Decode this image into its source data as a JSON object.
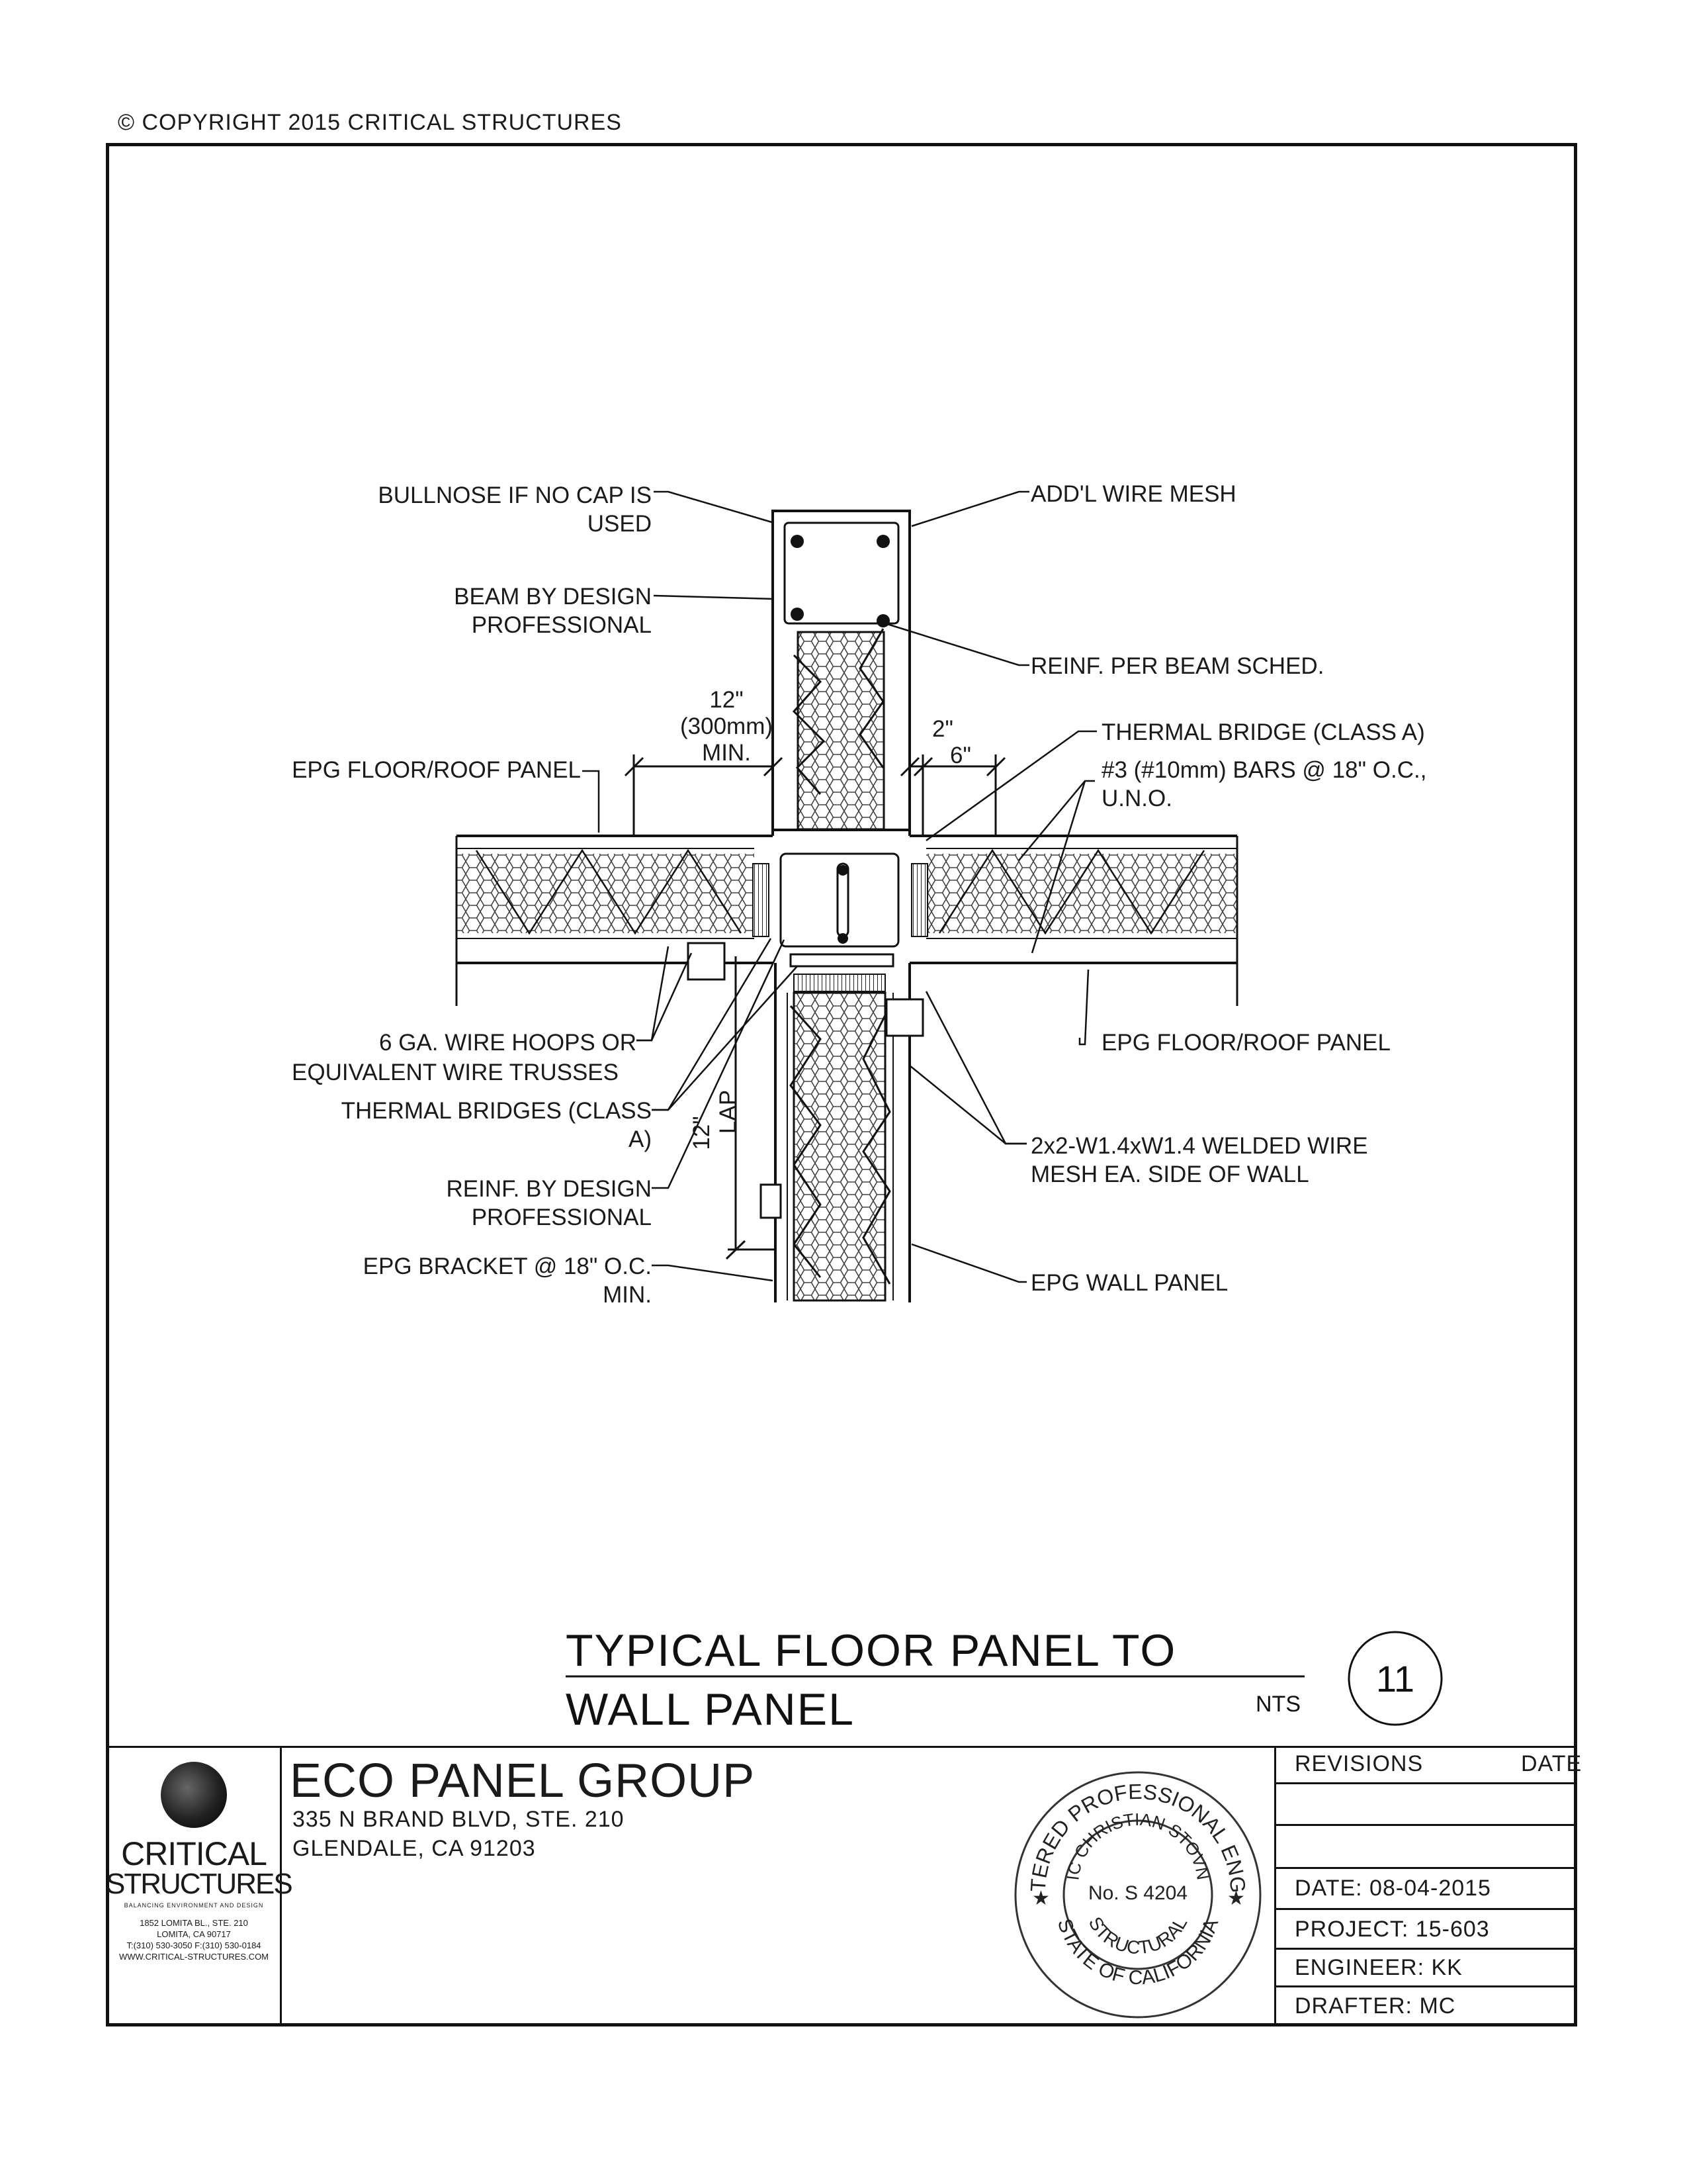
{
  "copyright": "© COPYRIGHT 2015 CRITICAL STRUCTURES",
  "labels": {
    "bullnose_1": "BULLNOSE IF NO CAP IS",
    "bullnose_2": "USED",
    "beam_1": "BEAM BY DESIGN",
    "beam_2": "PROFESSIONAL",
    "floor_panel_left": "EPG FLOOR/ROOF PANEL",
    "dim_12_1": "12\"",
    "dim_12_2": "(300mm)",
    "dim_12_3": "MIN.",
    "addl_mesh": "ADD'L WIRE MESH",
    "reinf_beam": "REINF. PER BEAM SCHED.",
    "dim_2": "2\"",
    "dim_6": "6\"",
    "thermal_bridge": "THERMAL BRIDGE (CLASS A)",
    "bars_1": "#3 (#10mm) BARS @ 18\" O.C.,",
    "bars_2": "U.N.O.",
    "hoops_1": "6 GA. WIRE HOOPS OR",
    "hoops_2": "EQUIVALENT WIRE TRUSSES",
    "thermal_bridges_1": "THERMAL BRIDGES (CLASS",
    "thermal_bridges_2": "A)",
    "reinf_design_1": "REINF. BY DESIGN",
    "reinf_design_2": "PROFESSIONAL",
    "bracket_1": "EPG BRACKET @ 18\" O.C.",
    "bracket_2": "MIN.",
    "floor_panel_right": "EPG FLOOR/ROOF PANEL",
    "mesh_1": "2x2-W1.4xW1.4 WELDED WIRE",
    "mesh_2": "MESH  EA. SIDE OF WALL",
    "wall_panel": "EPG WALL PANEL",
    "lap_12": "12\"",
    "lap": "LAP"
  },
  "detail": {
    "title_1": "TYPICAL FLOOR PANEL TO",
    "title_2": "WALL PANEL",
    "scale": "NTS",
    "number": "11"
  },
  "title_block": {
    "firm_name_1": "CRITICAL",
    "firm_name_2": "STRUCTURES",
    "firm_tagline": "BALANCING ENVIRONMENT AND DESIGN",
    "firm_address_1": "1852 LOMITA BL., STE. 210",
    "firm_address_2": "LOMITA, CA 90717",
    "firm_phone": "T:(310) 530-3050   F:(310) 530-0184",
    "firm_web": "WWW.CRITICAL-STRUCTURES.COM",
    "client_name": "ECO PANEL GROUP",
    "client_address_1": "335 N BRAND BLVD, STE. 210",
    "client_address_2": "GLENDALE, CA 91203",
    "revisions_label": "REVISIONS",
    "date_label": "DATE",
    "date": "DATE: 08-04-2015",
    "project": "PROJECT: 15-603",
    "engineer": "ENGINEER: KK",
    "drafter": "DRAFTER: MC"
  },
  "seal": {
    "outer_top": "REGISTERED PROFESSIONAL ENGINEER",
    "name": "ERIC CHRISTIAN STOVNER",
    "number": "No. S 4204",
    "discipline": "STRUCTURAL",
    "state": "STATE OF CALIFORNIA"
  }
}
